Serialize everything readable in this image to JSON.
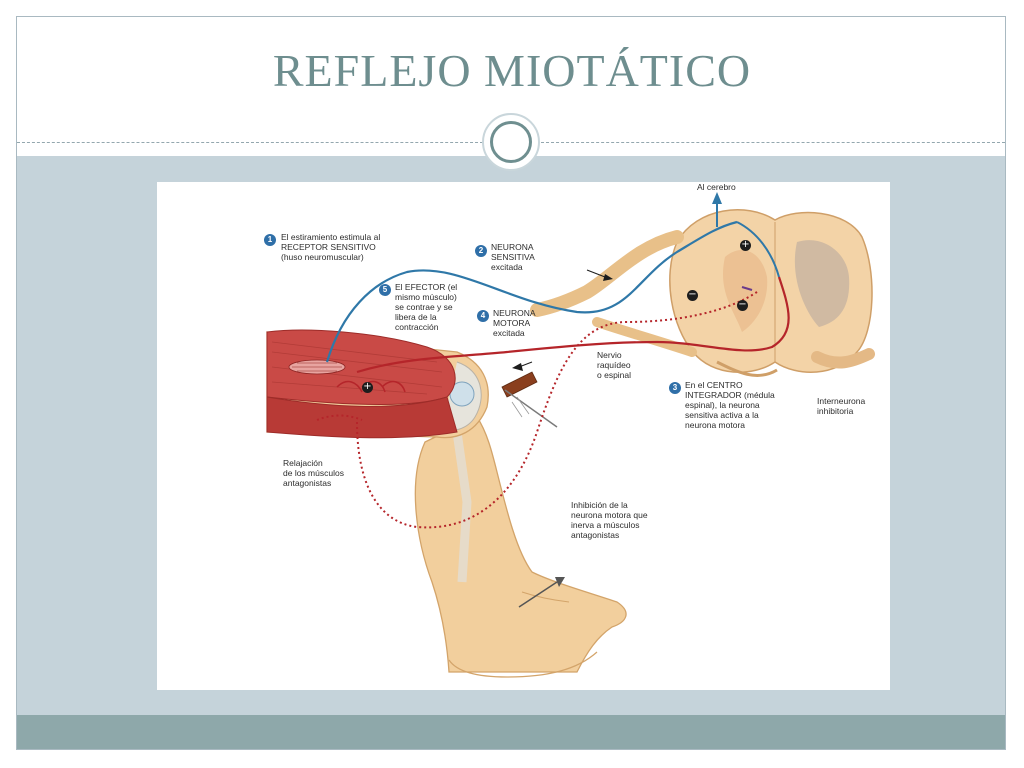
{
  "slide": {
    "title": "REFLEJO MIOTÁTICO"
  },
  "colors": {
    "title": "#6e8e8f",
    "band": "#c5d3da",
    "footer": "#8ea8aa",
    "sensory_neuron": "#2f78a8",
    "motor_neuron": "#b5252a",
    "muscle": "#c94a46",
    "skin": "#f2cf9d"
  },
  "diagram": {
    "labels": {
      "to_brain": "Al cerebro",
      "step1": "El estiramiento estimula al\nRECEPTOR SENSITIVO\n(huso neuromuscular)",
      "step2": "NEURONA\nSENSITIVA\nexcitada",
      "step3": "En el CENTRO\nINTEGRADOR (médula\nespinal), la neurona\nsensitiva activa a la\nneurona motora",
      "step4": "NEURONA\nMOTORA\nexcitada",
      "step5": "El EFECTOR (el\nmismo músculo)\nse contrae y se\nlibera de la\ncontracción",
      "spinal_nerve": "Nervio\nraquídeo\no espinal",
      "interneuron": "Interneurona\ninhibitoria",
      "relaxation": "Relajación\nde los músculos\nantagonistas",
      "inhibition": "Inhibición de la\nneurona motora que\ninerva a músculos\nantagonistas"
    },
    "badges": {
      "b1": "1",
      "b2": "2",
      "b3": "3",
      "b4": "4",
      "b5": "5"
    },
    "signs": {
      "plus": "+",
      "minus": "−"
    }
  }
}
